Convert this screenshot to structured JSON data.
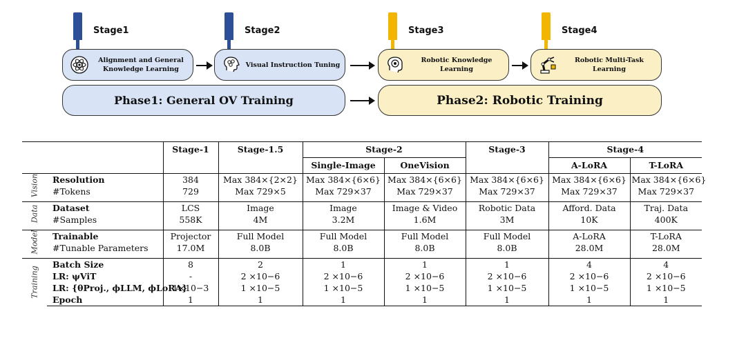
{
  "diagram": {
    "stages": [
      {
        "label": "Stage1",
        "box_text_1": "Alignment and General",
        "box_text_2": "Knowledge Learning",
        "icon": "atom-icon",
        "color": "#2d4f97"
      },
      {
        "label": "Stage2",
        "box_text_1": "Visual Instruction Tuning",
        "box_text_2": "",
        "icon": "brain-head-icon",
        "color": "#2d4f97"
      },
      {
        "label": "Stage3",
        "box_text_1": "Robotic Knowledge Learning",
        "box_text_2": "",
        "icon": "robot-head-icon",
        "color": "#f2b600"
      },
      {
        "label": "Stage4",
        "box_text_1": "Robotic Multi-Task Learning",
        "box_text_2": "",
        "icon": "robot-arm-icon",
        "color": "#f2b600"
      }
    ],
    "phases": [
      {
        "label": "Phase1: General OV Training",
        "color": "#d8e3f6"
      },
      {
        "label": "Phase2: Robotic Training",
        "color": "#fbefc6"
      }
    ]
  },
  "table": {
    "headers": {
      "stage1": "Stage-1",
      "stage1_5": "Stage-1.5",
      "stage2": "Stage-2",
      "stage3": "Stage-3",
      "stage4": "Stage-4",
      "single_image": "Single-Image",
      "onevision": "OneVision",
      "a_lora": "A-LoRA",
      "t_lora": "T-LoRA"
    },
    "groups": {
      "vision": "Vision",
      "data": "Data",
      "model": "Model",
      "training": "Training"
    },
    "rows": {
      "resolution": {
        "name": "Resolution",
        "values": [
          "384",
          "Max 384×{2×2}",
          "Max 384×{6×6}",
          "Max 384×{6×6}",
          "Max 384×{6×6}",
          "Max 384×{6×6}",
          "Max 384×{6×6}"
        ]
      },
      "tokens": {
        "name": "#Tokens",
        "values": [
          "729",
          "Max 729×5",
          "Max 729×37",
          "Max 729×37",
          "Max 729×37",
          "Max 729×37",
          "Max 729×37"
        ]
      },
      "dataset": {
        "name": "Dataset",
        "values": [
          "LCS",
          "Image",
          "Image",
          "Image & Video",
          "Robotic Data",
          "Afford. Data",
          "Traj. Data"
        ]
      },
      "samples": {
        "name": "#Samples",
        "values": [
          "558K",
          "4M",
          "3.2M",
          "1.6M",
          "3M",
          "10K",
          "400K"
        ]
      },
      "trainable": {
        "name": "Trainable",
        "values": [
          "Projector",
          "Full Model",
          "Full Model",
          "Full Model",
          "Full Model",
          "A-LoRA",
          "T-LoRA"
        ]
      },
      "tunable": {
        "name": "#Tunable Parameters",
        "values": [
          "17.0M",
          "8.0B",
          "8.0B",
          "8.0B",
          "8.0B",
          "28.0M",
          "28.0M"
        ]
      },
      "batch": {
        "name": "Batch Size",
        "values": [
          "8",
          "2",
          "1",
          "1",
          "1",
          "4",
          "4"
        ]
      },
      "lr_vit": {
        "name": "LR: ψViT",
        "values": [
          "-",
          "2 ×10−6",
          "2 ×10−6",
          "2 ×10−6",
          "2 ×10−6",
          "2 ×10−6",
          "2 ×10−6"
        ]
      },
      "lr_other": {
        "name": "LR: {θProj., ϕLLM, ϕLoRA}",
        "values": [
          "1×10−3",
          "1 ×10−5",
          "1 ×10−5",
          "1 ×10−5",
          "1 ×10−5",
          "1 ×10−5",
          "1 ×10−5"
        ]
      },
      "epoch": {
        "name": "Epoch",
        "values": [
          "1",
          "1",
          "1",
          "1",
          "1",
          "1",
          "1"
        ]
      }
    }
  }
}
